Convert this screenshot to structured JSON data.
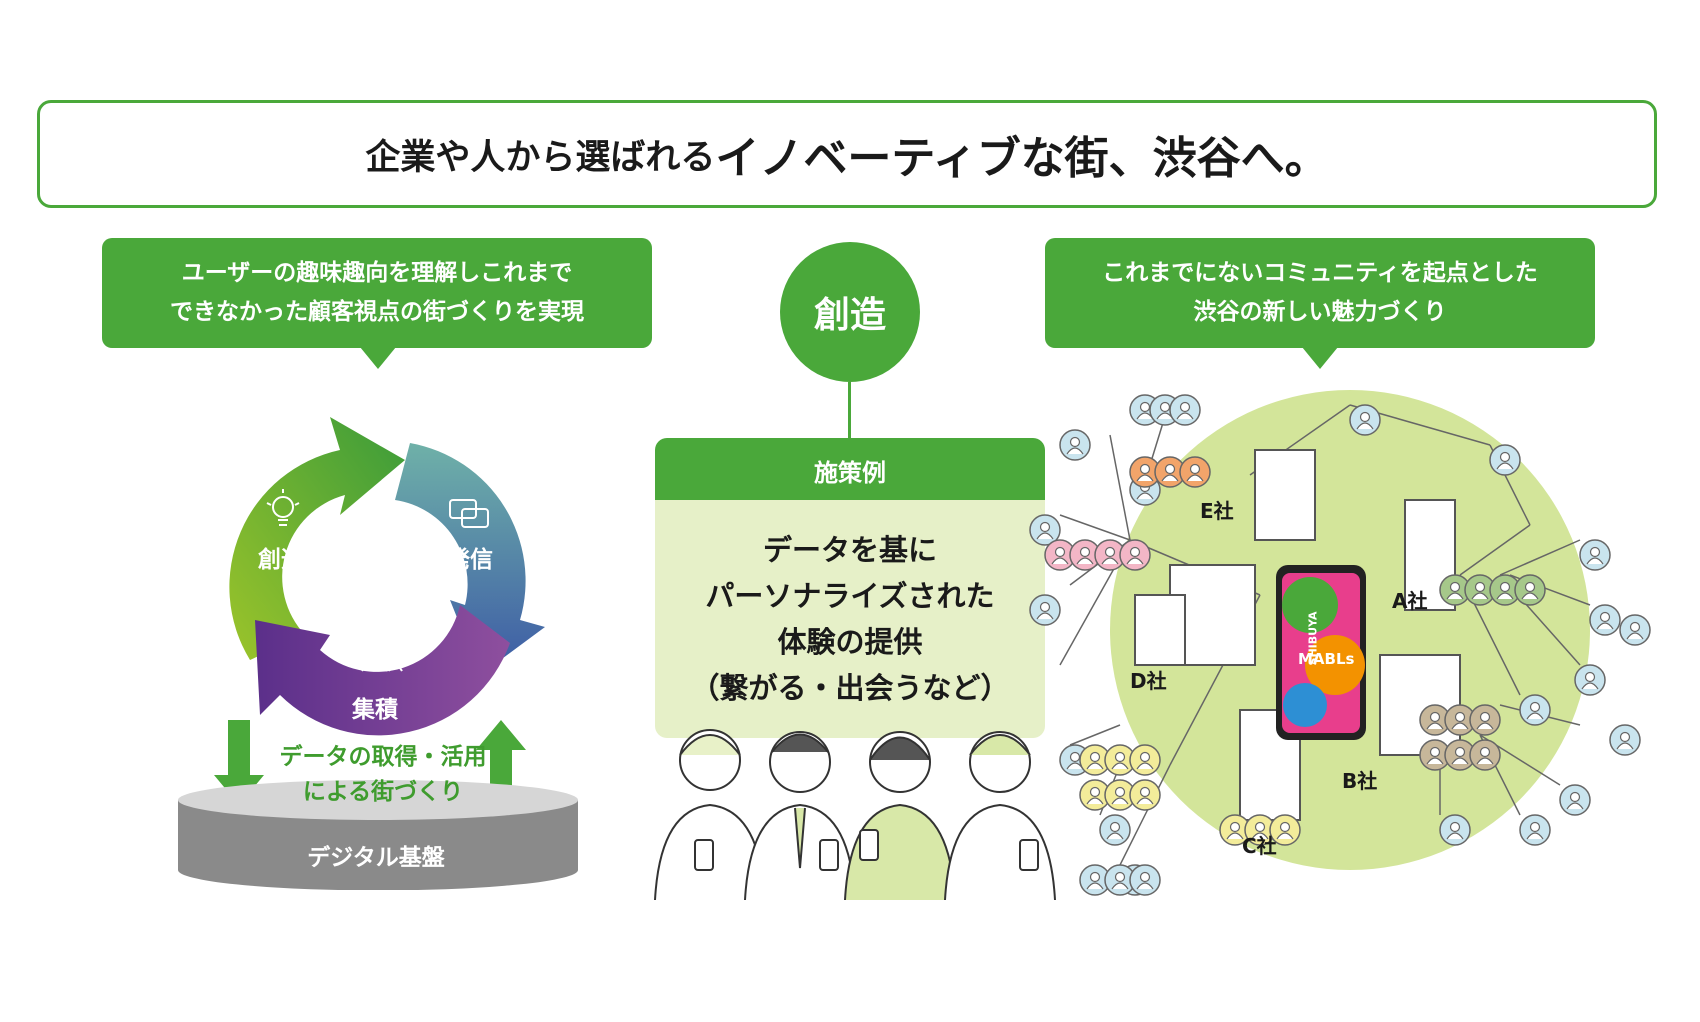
{
  "headline": {
    "part1": "企業や人から選ばれる",
    "part2": "イノベーティブな街、渋谷へ。"
  },
  "left_bubble": {
    "line1": "ユーザーの趣味趣向を理解しこれまで",
    "line2": "できなかった顧客視点の街づくりを実現"
  },
  "right_bubble": {
    "line1": "これまでにないコミュニティを起点とした",
    "line2": "渋谷の新しい魅力づくり"
  },
  "center_circle": "創造",
  "cycle": {
    "create": "創造",
    "send": "発信",
    "accumulate": "集積"
  },
  "data_flow": {
    "line1": "データの取得・活用",
    "line2": "による街づくり"
  },
  "base": "デジタル基盤",
  "measures": {
    "title": "施策例",
    "lines": [
      "データを基に",
      "パーソナライズされた",
      "体験の提供",
      "（繋がる・出会うなど）"
    ]
  },
  "phone": {
    "line1": "SHIBUYA",
    "line2": "MABLs"
  },
  "companies": {
    "a": "A社",
    "b": "B社",
    "c": "C社",
    "d": "D社",
    "e": "E社"
  },
  "colors": {
    "green": "#4aa83a",
    "light_green": "#e6f0c8",
    "network_bg": "#d3e59a",
    "node_blue": "#c9e4ee"
  }
}
